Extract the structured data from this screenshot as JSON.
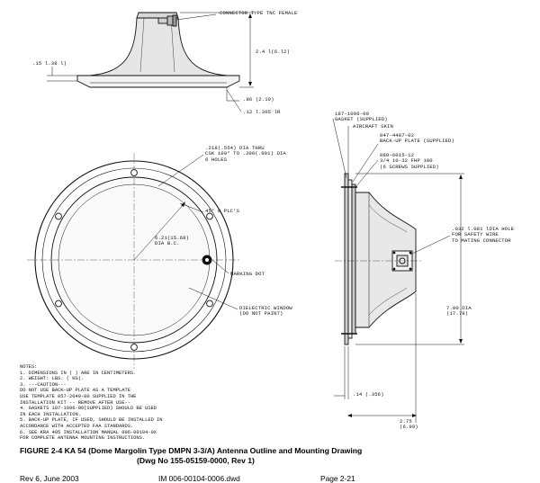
{
  "top_view": {
    "connector_label": "CONNECTOR TYPE TNC FEMALE",
    "height_dim": "2.4 l(6.l2)",
    "base_thickness_dim": ".15 l.38 l)",
    "flange_dim": ".86 (2.19)",
    "radius_dim": ".12 l.305 lR"
  },
  "plan_view": {
    "holes_label": [
      ".218(.554) DIA THRU",
      "CSK 100° TO .390(.991) DIA",
      "6 HOLES"
    ],
    "angle_label": "45° 8 PLC'S",
    "bolt_circle": [
      "6.21(15.68)",
      "DIA  B.C."
    ],
    "marking_dot": "MARKING DOT",
    "dielectric_window": [
      "DIELECTRIC WINDOW",
      "(DO NOT PAINT)"
    ]
  },
  "side_view": {
    "gasket": [
      "187-1096-00",
      "GASKET (SUPPLIED)"
    ],
    "aircraft_skin": "AIRCRAFT SKIN",
    "backup_plate": [
      "047-4487-02",
      "BACK-UP PLATE (SUPPLIED)"
    ],
    "screws": [
      "089-6015-12",
      "3/4  10-32 FHP 100",
      "(6 SCREWS SUPPLIED)"
    ],
    "safety_hole": [
      ".032 l.081 lDIA HOLE",
      "FOR SAFETY WIRE",
      "TO MATING CONNECTOR"
    ],
    "dia_dim": [
      "7.00 DIA",
      "(17.78)"
    ],
    "skin_dim": ".14 (.356)",
    "depth_dim": [
      "2.75",
      "(6.99)"
    ]
  },
  "notes": [
    "NOTES:",
    "1.  DIMENSIONS IN ( ) ARE IN CENTIMETERS.",
    "2.  WEIGHT:    LBS. (      KG).",
    "3.           ---CAUTION---",
    "    DO NOT USE BACK-UP PLATE AS A TEMPLATE",
    "    USE TEMPLATE 057-2049-00 SUPPLIED IN THE",
    "    INSTALLATION KIT -- REMOVE AFTER USE--",
    "4.  GASKETS 187-1096-00(SUPPLIED) SHOULD BE USED",
    "    IN EACH INSTALLATION.",
    "5.  BACK-UP PLATE, IF USED, SHOULD BE INSTALLED IN",
    "    ACCORDANCE WITH ACCEPTED FAA STANDARDS.",
    "6.  SEE KRA 405 INSTALLATION MANUAL 006-00104-0X",
    "    FOR COMPLETE  ANTENNA MOUNTING INSTRUCTIONS."
  ],
  "caption": {
    "line1": "FIGURE 2-4  KA 54 (Dome Margolin Type DMPN 3-3/A) Antenna Outline and Mounting Drawing",
    "line2": "(Dwg No 155-05159-0000, Rev 1)"
  },
  "footer": {
    "rev": "Rev 6, June 2003",
    "doc": "IM 006-00104-0006.dwd",
    "page": "Page 2-21"
  }
}
